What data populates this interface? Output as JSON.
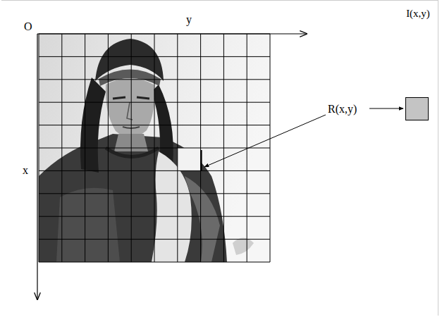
{
  "diagram": {
    "nodes": [
      {
        "text": [
          "I(x,y)"
        ]
      }
    ],
    "labels": [
      "O",
      "y",
      "x",
      "R(x,y)"
    ]
  }
}
